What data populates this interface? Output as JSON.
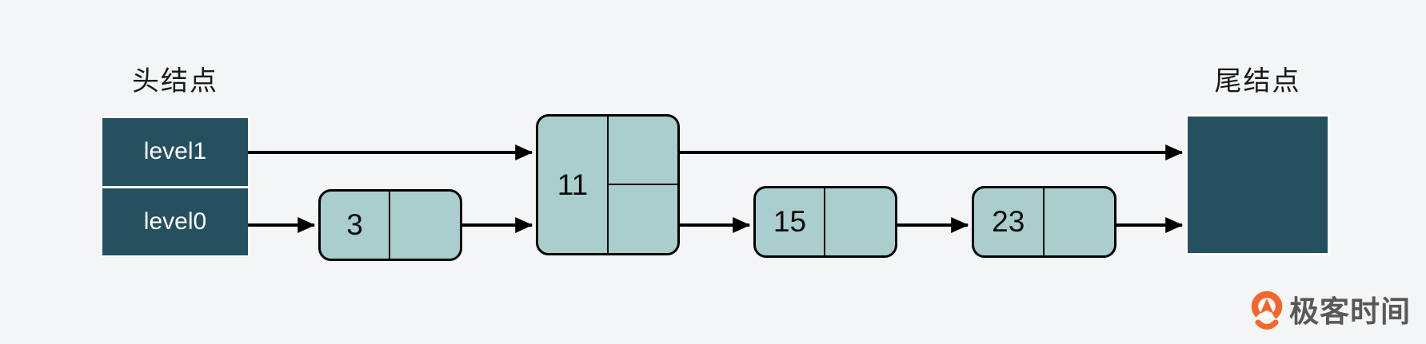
{
  "diagram": {
    "type": "skip-list",
    "head": {
      "label": "头结点",
      "levels": [
        "level1",
        "level0"
      ]
    },
    "tail": {
      "label": "尾结点"
    },
    "nodes": [
      {
        "value": "3",
        "levels": 1
      },
      {
        "value": "11",
        "levels": 2
      },
      {
        "value": "15",
        "levels": 1
      },
      {
        "value": "23",
        "levels": 1
      }
    ],
    "links": [
      "head.level1 -> 11",
      "head.level0 -> 3",
      "3 -> 11",
      "11.level1 -> tail",
      "11.level0 -> 15",
      "15 -> 23",
      "23 -> tail"
    ]
  },
  "watermark": {
    "brand": "极客时间"
  },
  "colors": {
    "background": "#f4f5f6",
    "node-dark": "#24505f",
    "node-light": "#a9cecd",
    "line": "#000000",
    "label-text": "#1a1a1a",
    "node-text-light": "#ffffff",
    "logo-orange": "#f4662a",
    "logo-text": "#595757"
  }
}
